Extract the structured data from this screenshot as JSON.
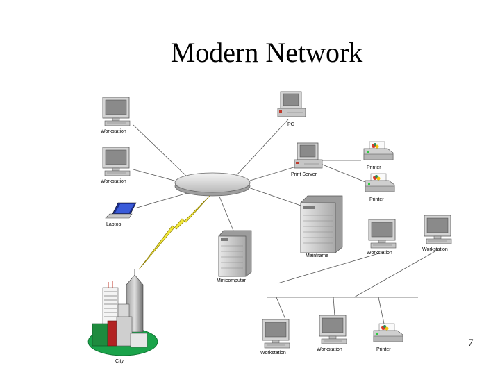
{
  "slide": {
    "title": "Modern Network",
    "page_number": "7"
  },
  "nodes": {
    "workstation_1": "Workstation",
    "workstation_2": "Workstation",
    "laptop": "Laptop",
    "pc": "PC",
    "print_server": "Print Server",
    "printer_1": "Printer",
    "printer_2": "Printer",
    "mainframe": "Mainframe",
    "minicomputer": "Minicomputer",
    "workstation_3": "Workstation",
    "workstation_4": "Workstation",
    "workstation_5": "Workstation",
    "workstation_6": "Workstation",
    "printer_3": "Printer",
    "city": "City"
  }
}
